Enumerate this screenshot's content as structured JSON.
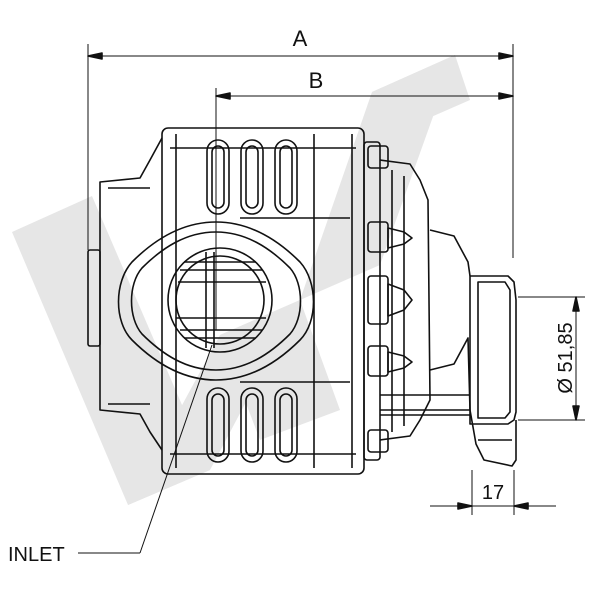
{
  "drawing": {
    "dimension_a": "A",
    "dimension_b": "B",
    "diameter": "Ø 51,85",
    "width_17": "17",
    "inlet": "INLET"
  },
  "colors": {
    "line": "#111111",
    "watermark": "#e4e4e4",
    "background": "#ffffff"
  }
}
